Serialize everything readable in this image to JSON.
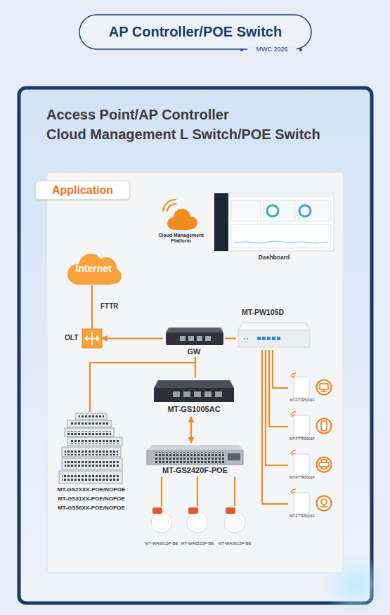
{
  "diagram": {
    "title": "AP Controller/POE Switch",
    "nodes": [
      {
        "text": [
          "Application"
        ]
      },
      {
        "text": [
          "Cloud Management Platform"
        ]
      },
      {
        "text": [
          "Dashboard"
        ]
      },
      {
        "text": [
          "Internet"
        ]
      },
      {
        "text": [
          "OLT"
        ]
      },
      {
        "text": [
          "GW"
        ]
      },
      {
        "text": [
          "MT-PW105D"
        ]
      },
      {
        "text": [
          "MT-GS1005AC"
        ]
      },
      {
        "text": [
          "MT-GS2XXX-POE/NOPOE",
          "MT-GS31XX-POE/NOPOE",
          "MT-GS56XX-POE/NOPOE"
        ]
      },
      {
        "text": [
          "MT-GS2420F-POE"
        ]
      },
      {
        "text": [
          "MT-WA9515P-BE"
        ]
      },
      {
        "text": [
          "MT-WA6515P-BE"
        ]
      },
      {
        "text": [
          "MT-WA3615P-BE"
        ]
      },
      {
        "text": [
          "MT-FTTR5001F"
        ]
      },
      {
        "text": [
          "MT-FTTR5001F"
        ]
      },
      {
        "text": [
          "MT-FTTR5001F"
        ]
      },
      {
        "text": [
          "MT-FTTR5001F"
        ]
      }
    ],
    "edges": [
      {
        "from": 3,
        "to": 4,
        "label": "FTTR",
        "arrow": "none"
      },
      {
        "from": 5,
        "to": 4,
        "arrow": "to"
      },
      {
        "from": 5,
        "to": 6,
        "arrow": "none"
      },
      {
        "from": 5,
        "to": 7,
        "arrow": "none"
      },
      {
        "from": 5,
        "to": 8,
        "arrow": "none"
      },
      {
        "from": 7,
        "to": 9,
        "arrow": "both"
      },
      {
        "from": 9,
        "to": 10,
        "arrow": "none"
      },
      {
        "from": 9,
        "to": 11,
        "arrow": "none"
      },
      {
        "from": 9,
        "to": 12,
        "arrow": "none"
      },
      {
        "from": 6,
        "to": 13,
        "arrow": "none"
      },
      {
        "from": 6,
        "to": 14,
        "arrow": "none"
      },
      {
        "from": 6,
        "to": 15,
        "arrow": "none"
      },
      {
        "from": 6,
        "to": 16,
        "arrow": "none"
      }
    ],
    "labels": [
      "MWC 2026",
      "Access Point/AP Controller",
      "Cloud Management L Switch/POE Switch"
    ]
  }
}
